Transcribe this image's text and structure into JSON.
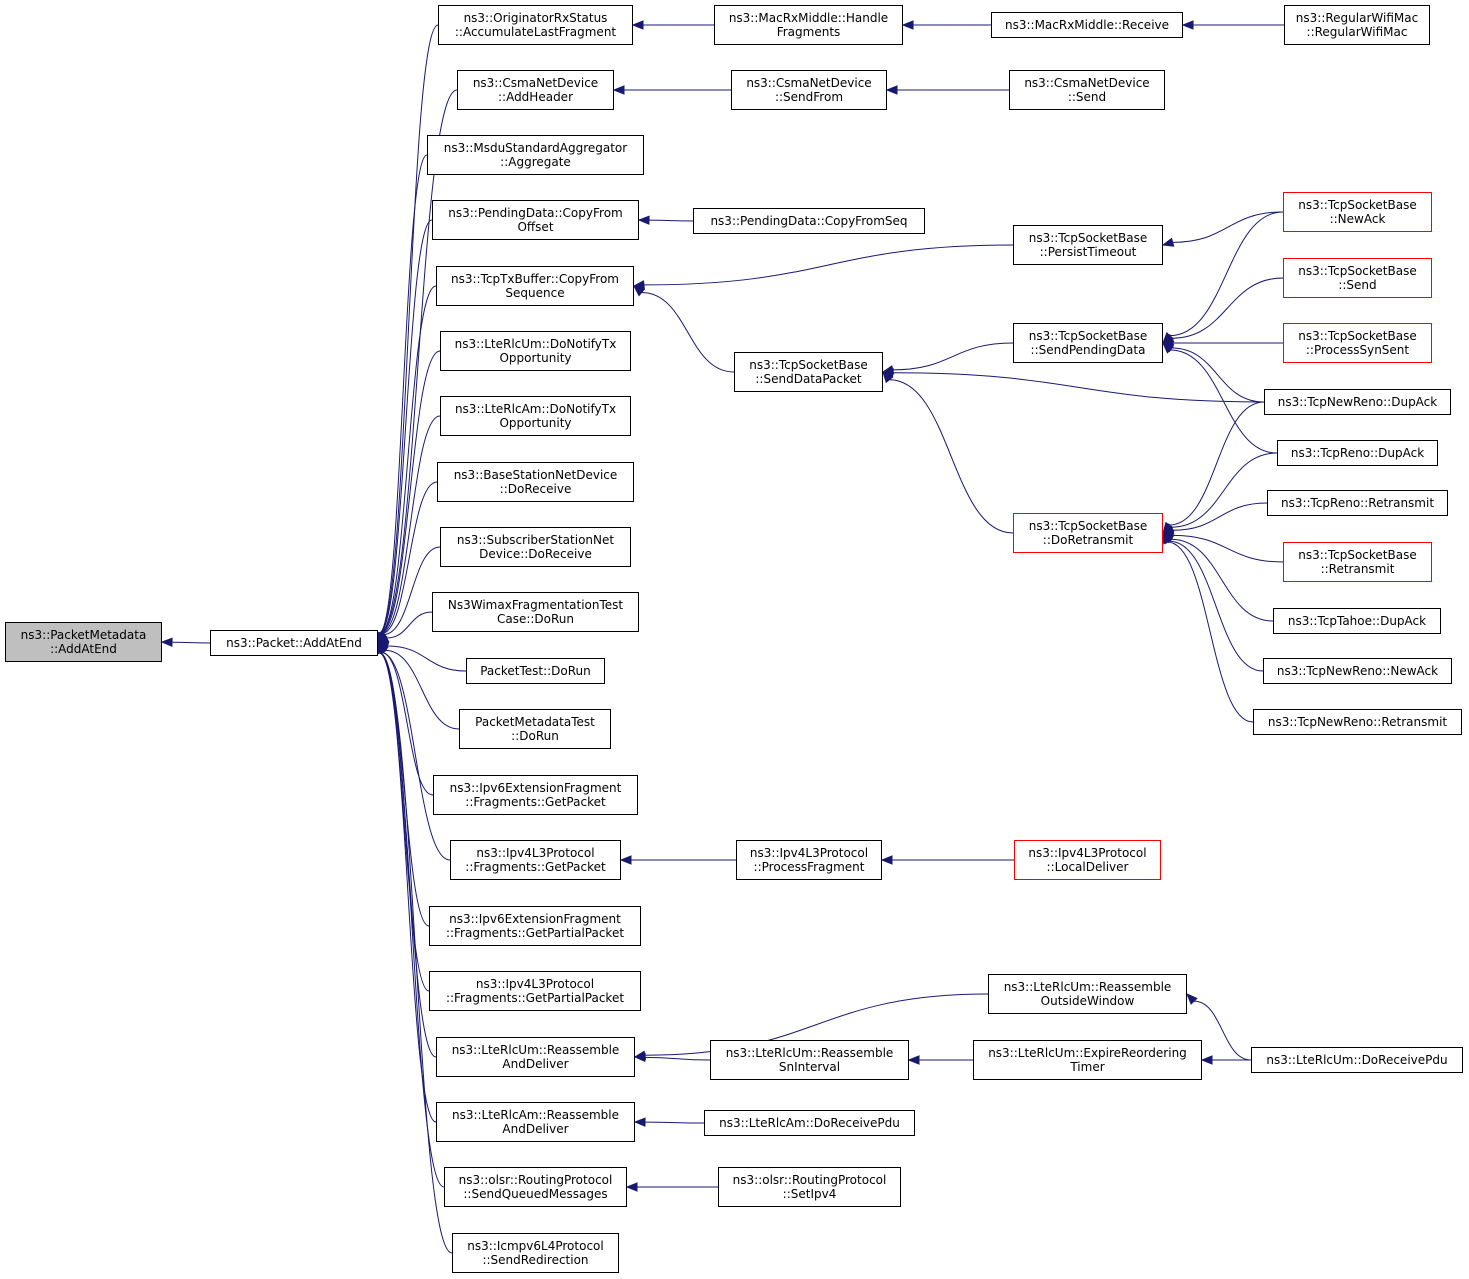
{
  "graph": {
    "root": {
      "lines": [
        "ns3::PacketMetadata",
        "::AddAtEnd"
      ]
    },
    "nodes": {
      "add_at_end": {
        "lines": [
          "ns3::Packet::AddAtEnd"
        ]
      },
      "accumulate_last_fragment": {
        "lines": [
          "ns3::OriginatorRxStatus",
          "::AccumulateLastFragment"
        ]
      },
      "csma_add_header": {
        "lines": [
          "ns3::CsmaNetDevice",
          "::AddHeader"
        ]
      },
      "msdu_aggregate": {
        "lines": [
          "ns3::MsduStandardAggregator",
          "::Aggregate"
        ]
      },
      "pending_copy_from_offset": {
        "lines": [
          "ns3::PendingData::CopyFrom",
          "Offset"
        ]
      },
      "tcptx_copy_from_sequence": {
        "lines": [
          "ns3::TcpTxBuffer::CopyFrom",
          "Sequence"
        ]
      },
      "lterlcum_do_notify_tx": {
        "lines": [
          "ns3::LteRlcUm::DoNotifyTx",
          "Opportunity"
        ]
      },
      "lterlcam_do_notify_tx": {
        "lines": [
          "ns3::LteRlcAm::DoNotifyTx",
          "Opportunity"
        ]
      },
      "basestation_do_receive": {
        "lines": [
          "ns3::BaseStationNetDevice",
          "::DoReceive"
        ]
      },
      "subscriber_do_receive": {
        "lines": [
          "ns3::SubscriberStationNet",
          "Device::DoReceive"
        ]
      },
      "wimax_frag_test": {
        "lines": [
          "Ns3WimaxFragmentationTest",
          "Case::DoRun"
        ]
      },
      "packet_test": {
        "lines": [
          "PacketTest::DoRun"
        ]
      },
      "packet_metadata_test": {
        "lines": [
          "PacketMetadataTest",
          "::DoRun"
        ]
      },
      "ipv6_frag_get_packet": {
        "lines": [
          "ns3::Ipv6ExtensionFragment",
          "::Fragments::GetPacket"
        ]
      },
      "ipv4_frag_get_packet": {
        "lines": [
          "ns3::Ipv4L3Protocol",
          "::Fragments::GetPacket"
        ]
      },
      "ipv6_frag_get_partial": {
        "lines": [
          "ns3::Ipv6ExtensionFragment",
          "::Fragments::GetPartialPacket"
        ]
      },
      "ipv4_frag_get_partial": {
        "lines": [
          "ns3::Ipv4L3Protocol",
          "::Fragments::GetPartialPacket"
        ]
      },
      "lterlcum_reassemble_deliver": {
        "lines": [
          "ns3::LteRlcUm::Reassemble",
          "AndDeliver"
        ]
      },
      "lterlcam_reassemble_deliver": {
        "lines": [
          "ns3::LteRlcAm::Reassemble",
          "AndDeliver"
        ]
      },
      "olsr_send_queued": {
        "lines": [
          "ns3::olsr::RoutingProtocol",
          "::SendQueuedMessages"
        ]
      },
      "icmpv6_send_redirection": {
        "lines": [
          "ns3::Icmpv6L4Protocol",
          "::SendRedirection"
        ]
      },
      "macrx_handle_fragments": {
        "lines": [
          "ns3::MacRxMiddle::Handle",
          "Fragments"
        ]
      },
      "macrx_receive": {
        "lines": [
          "ns3::MacRxMiddle::Receive"
        ]
      },
      "regular_wifi_mac": {
        "lines": [
          "ns3::RegularWifiMac",
          "::RegularWifiMac"
        ]
      },
      "csma_send_from": {
        "lines": [
          "ns3::CsmaNetDevice",
          "::SendFrom"
        ]
      },
      "csma_send": {
        "lines": [
          "ns3::CsmaNetDevice",
          "::Send"
        ]
      },
      "pending_copy_from_seq": {
        "lines": [
          "ns3::PendingData::CopyFromSeq"
        ]
      },
      "tcp_persist_timeout": {
        "lines": [
          "ns3::TcpSocketBase",
          "::PersistTimeout"
        ]
      },
      "tcp_send_data_packet": {
        "lines": [
          "ns3::TcpSocketBase",
          "::SendDataPacket"
        ]
      },
      "tcp_send_pending_data": {
        "lines": [
          "ns3::TcpSocketBase",
          "::SendPendingData"
        ]
      },
      "tcp_new_ack": {
        "lines": [
          "ns3::TcpSocketBase",
          "::NewAck"
        ]
      },
      "tcp_send": {
        "lines": [
          "ns3::TcpSocketBase",
          "::Send"
        ]
      },
      "tcp_process_syn_sent": {
        "lines": [
          "ns3::TcpSocketBase",
          "::ProcessSynSent"
        ]
      },
      "tcpnewreno_dupack": {
        "lines": [
          "ns3::TcpNewReno::DupAck"
        ]
      },
      "tcpreno_dupack": {
        "lines": [
          "ns3::TcpReno::DupAck"
        ]
      },
      "tcp_do_retransmit": {
        "lines": [
          "ns3::TcpSocketBase",
          "::DoRetransmit"
        ]
      },
      "tcpreno_retransmit": {
        "lines": [
          "ns3::TcpReno::Retransmit"
        ]
      },
      "tcp_retransmit": {
        "lines": [
          "ns3::TcpSocketBase",
          "::Retransmit"
        ]
      },
      "tcptahoe_dupack": {
        "lines": [
          "ns3::TcpTahoe::DupAck"
        ]
      },
      "tcpnewreno_newack": {
        "lines": [
          "ns3::TcpNewReno::NewAck"
        ]
      },
      "tcpnewreno_retransmit": {
        "lines": [
          "ns3::TcpNewReno::Retransmit"
        ]
      },
      "ipv4_process_fragment": {
        "lines": [
          "ns3::Ipv4L3Protocol",
          "::ProcessFragment"
        ]
      },
      "ipv4_local_deliver": {
        "lines": [
          "ns3::Ipv4L3Protocol",
          "::LocalDeliver"
        ]
      },
      "lterlcum_reassemble_outside": {
        "lines": [
          "ns3::LteRlcUm::Reassemble",
          "OutsideWindow"
        ]
      },
      "lterlcum_reassemble_sn": {
        "lines": [
          "ns3::LteRlcUm::Reassemble",
          "SnInterval"
        ]
      },
      "lterlcum_expire_reordering": {
        "lines": [
          "ns3::LteRlcUm::ExpireReordering",
          "Timer"
        ]
      },
      "lterlcum_do_receive_pdu": {
        "lines": [
          "ns3::LteRlcUm::DoReceivePdu"
        ]
      },
      "lterlcam_do_receive_pdu": {
        "lines": [
          "ns3::LteRlcAm::DoReceivePdu"
        ]
      },
      "olsr_set_ipv4": {
        "lines": [
          "ns3::olsr::RoutingProtocol",
          "::SetIpv4"
        ]
      }
    },
    "edges": [
      {
        "from": "add_at_end",
        "to": "root"
      },
      {
        "from": "accumulate_last_fragment",
        "to": "add_at_end"
      },
      {
        "from": "csma_add_header",
        "to": "add_at_end"
      },
      {
        "from": "msdu_aggregate",
        "to": "add_at_end"
      },
      {
        "from": "pending_copy_from_offset",
        "to": "add_at_end"
      },
      {
        "from": "tcptx_copy_from_sequence",
        "to": "add_at_end"
      },
      {
        "from": "lterlcum_do_notify_tx",
        "to": "add_at_end"
      },
      {
        "from": "lterlcam_do_notify_tx",
        "to": "add_at_end"
      },
      {
        "from": "basestation_do_receive",
        "to": "add_at_end"
      },
      {
        "from": "subscriber_do_receive",
        "to": "add_at_end"
      },
      {
        "from": "wimax_frag_test",
        "to": "add_at_end"
      },
      {
        "from": "packet_test",
        "to": "add_at_end"
      },
      {
        "from": "packet_metadata_test",
        "to": "add_at_end"
      },
      {
        "from": "ipv6_frag_get_packet",
        "to": "add_at_end"
      },
      {
        "from": "ipv4_frag_get_packet",
        "to": "add_at_end"
      },
      {
        "from": "ipv6_frag_get_partial",
        "to": "add_at_end"
      },
      {
        "from": "ipv4_frag_get_partial",
        "to": "add_at_end"
      },
      {
        "from": "lterlcum_reassemble_deliver",
        "to": "add_at_end"
      },
      {
        "from": "lterlcam_reassemble_deliver",
        "to": "add_at_end"
      },
      {
        "from": "olsr_send_queued",
        "to": "add_at_end"
      },
      {
        "from": "icmpv6_send_redirection",
        "to": "add_at_end"
      },
      {
        "from": "macrx_handle_fragments",
        "to": "accumulate_last_fragment"
      },
      {
        "from": "macrx_receive",
        "to": "macrx_handle_fragments"
      },
      {
        "from": "regular_wifi_mac",
        "to": "macrx_receive"
      },
      {
        "from": "csma_send_from",
        "to": "csma_add_header"
      },
      {
        "from": "csma_send",
        "to": "csma_send_from"
      },
      {
        "from": "pending_copy_from_seq",
        "to": "pending_copy_from_offset"
      },
      {
        "from": "tcp_persist_timeout",
        "to": "tcptx_copy_from_sequence"
      },
      {
        "from": "tcp_send_data_packet",
        "to": "tcptx_copy_from_sequence"
      },
      {
        "from": "tcp_new_ack",
        "to": "tcp_persist_timeout"
      },
      {
        "from": "tcp_send_pending_data",
        "to": "tcp_send_data_packet"
      },
      {
        "from": "tcpnewreno_dupack",
        "to": "tcp_send_data_packet"
      },
      {
        "from": "tcp_do_retransmit",
        "to": "tcp_send_data_packet"
      },
      {
        "from": "tcp_new_ack",
        "to": "tcp_send_pending_data"
      },
      {
        "from": "tcp_send",
        "to": "tcp_send_pending_data"
      },
      {
        "from": "tcp_process_syn_sent",
        "to": "tcp_send_pending_data"
      },
      {
        "from": "tcpnewreno_dupack",
        "to": "tcp_send_pending_data"
      },
      {
        "from": "tcpreno_dupack",
        "to": "tcp_send_pending_data"
      },
      {
        "from": "tcpnewreno_dupack",
        "to": "tcp_do_retransmit"
      },
      {
        "from": "tcpreno_dupack",
        "to": "tcp_do_retransmit"
      },
      {
        "from": "tcpreno_retransmit",
        "to": "tcp_do_retransmit"
      },
      {
        "from": "tcp_retransmit",
        "to": "tcp_do_retransmit"
      },
      {
        "from": "tcptahoe_dupack",
        "to": "tcp_do_retransmit"
      },
      {
        "from": "tcpnewreno_newack",
        "to": "tcp_do_retransmit"
      },
      {
        "from": "tcpnewreno_retransmit",
        "to": "tcp_do_retransmit"
      },
      {
        "from": "ipv4_process_fragment",
        "to": "ipv4_frag_get_packet"
      },
      {
        "from": "ipv4_local_deliver",
        "to": "ipv4_process_fragment"
      },
      {
        "from": "lterlcum_reassemble_outside",
        "to": "lterlcum_reassemble_deliver"
      },
      {
        "from": "lterlcum_reassemble_sn",
        "to": "lterlcum_reassemble_deliver"
      },
      {
        "from": "lterlcum_expire_reordering",
        "to": "lterlcum_reassemble_sn"
      },
      {
        "from": "lterlcum_do_receive_pdu",
        "to": "lterlcum_reassemble_outside"
      },
      {
        "from": "lterlcum_do_receive_pdu",
        "to": "lterlcum_expire_reordering"
      },
      {
        "from": "lterlcum_do_receive_pdu",
        "to": "lterlcum_reassemble_sn"
      },
      {
        "from": "lterlcam_do_receive_pdu",
        "to": "lterlcam_reassemble_deliver"
      },
      {
        "from": "olsr_set_ipv4",
        "to": "olsr_send_queued"
      }
    ]
  },
  "colors": {
    "edge": "#191970",
    "root_fill": "#bfbfbf",
    "node_border": "#000000",
    "truncated_border": "#ff0000"
  }
}
